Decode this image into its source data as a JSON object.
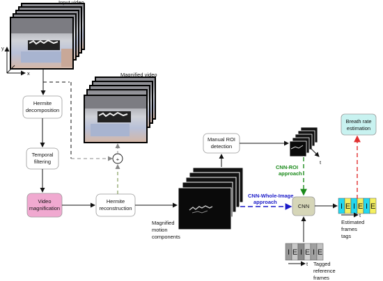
{
  "labels": {
    "input_video": "Input video",
    "magnified_video": "Magnified video",
    "axis_y": "y",
    "axis_x": "x",
    "axis_t_roi": "t",
    "axis_t_est": "t",
    "axis_t_ref": "t",
    "plus_sign": "+",
    "hermite_decomposition": [
      "Hermite",
      "decomposition"
    ],
    "temporal_filtering": [
      "Temporal",
      "filtering"
    ],
    "video_magnification": [
      "Video",
      "magnification"
    ],
    "hermite_reconstruction": [
      "Hermite",
      "reconstruction"
    ],
    "magnified_motion": [
      "Magnified",
      "motion",
      "components"
    ],
    "manual_roi": [
      "Manual ROI",
      "detection"
    ],
    "cnn_roi": [
      "CNN-ROI",
      "approach"
    ],
    "cnn_whole": [
      "CNN-Whole-Image",
      "approach"
    ],
    "cnn": "CNN",
    "breath_rate": [
      "Breath rate",
      "estimation"
    ],
    "estimated_tags": [
      "Estimated",
      "frames",
      "tags"
    ],
    "tagged_reference": [
      "Tagged",
      "reference",
      "frames"
    ]
  },
  "tags_estimated": [
    "I",
    "E",
    "I",
    "E",
    "I",
    "E"
  ],
  "tags_reference": [
    "I",
    "E",
    "I",
    "E",
    "I",
    "E"
  ],
  "colors": {
    "video_magnification_fill": "#f0a9d0",
    "cnn_fill": "#d6d6b8",
    "breath_fill": "#c8f2f0",
    "tag_cyan": "#22d8f0",
    "tag_yellow": "#f4f060",
    "green_arrow": "#1a8a1a",
    "blue_arrow": "#1a1ac8",
    "red_arrow": "#e03030",
    "cnn_roi_text": "#1a8a1a",
    "cnn_whole_text": "#1a1ac8"
  }
}
